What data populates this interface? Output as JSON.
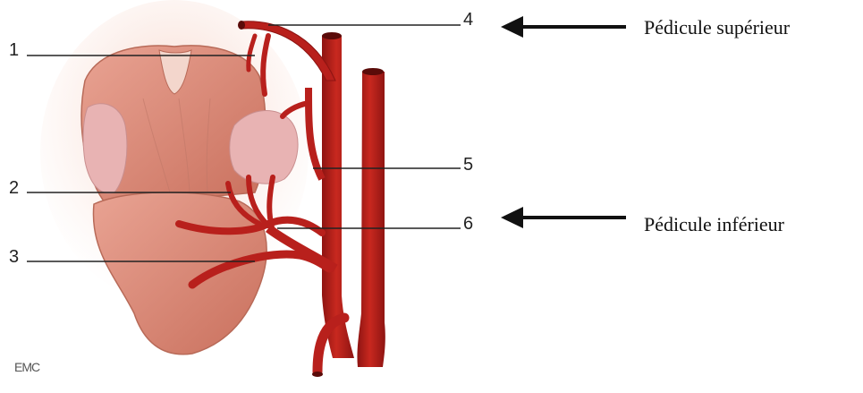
{
  "callouts": [
    {
      "number": "1"
    },
    {
      "number": "2"
    },
    {
      "number": "3"
    },
    {
      "number": "4"
    },
    {
      "number": "5"
    },
    {
      "number": "6"
    }
  ],
  "pedicles": {
    "upper": "Pédicule supérieur",
    "lower": "Pédicule inférieur"
  },
  "logo": "EMC",
  "colors": {
    "artery": "#b8201c",
    "artery_dark": "#8e1412",
    "tissue": "#d98a78",
    "tissue_light": "#f2c6b6",
    "gland": "#e8b3b3"
  }
}
